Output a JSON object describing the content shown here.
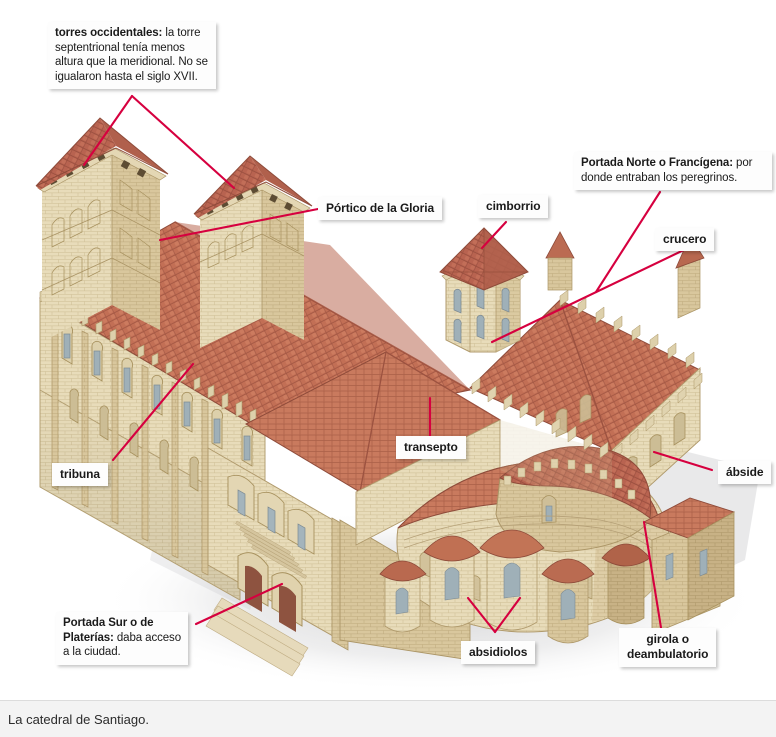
{
  "figure": {
    "caption": "La catedral de Santiago.",
    "subject": "Cathedral of Santiago de Compostela — annotated axonometric cutaway illustration",
    "accent_color": "#d6003f",
    "label_box_bg": "#fdfdfd",
    "caption_bar_bg": "#f3f3f3",
    "stone_color": "#e3d3aa",
    "roof_color": "#c4705a"
  },
  "labels": [
    {
      "id": "torres-occidentales",
      "term": "torres occidentales:",
      "desc": " la torre septentrional tenía menos altura que la meridional. No se igualaron hasta el siglo XVII.",
      "full": "torres occidentales: la torre septentrional tenía menos altura que la meridional. No se igualaron hasta el siglo XVII."
    },
    {
      "id": "portico-gloria",
      "term": "Pórtico de la Gloria",
      "desc": "",
      "full": "Pórtico de la Gloria"
    },
    {
      "id": "cimborrio",
      "term": "cimborrio",
      "desc": "",
      "full": "cimborrio"
    },
    {
      "id": "portada-norte",
      "term": "Portada Norte o Francígena:",
      "desc": " por donde entraban los peregrinos.",
      "full": "Portada Norte o Francígena: por donde entraban los peregrinos."
    },
    {
      "id": "crucero",
      "term": "crucero",
      "desc": "",
      "full": "crucero"
    },
    {
      "id": "transepto",
      "term": "transepto",
      "desc": "",
      "full": "transepto"
    },
    {
      "id": "tribuna",
      "term": "tribuna",
      "desc": "",
      "full": "tribuna"
    },
    {
      "id": "abside",
      "term": "ábside",
      "desc": "",
      "full": "ábside"
    },
    {
      "id": "portada-sur",
      "term": "Portada Sur o de Platerías:",
      "desc": " daba acceso a la ciudad.",
      "full": "Portada Sur o de Platerías: daba acceso a la ciudad."
    },
    {
      "id": "absidiolos",
      "term": "absidiolos",
      "desc": "",
      "full": "absidiolos"
    },
    {
      "id": "girola",
      "term": "girola o deambulatorio",
      "line1": "girola o",
      "line2": "deambulatorio",
      "desc": "",
      "full": "girola o deambulatorio"
    }
  ]
}
